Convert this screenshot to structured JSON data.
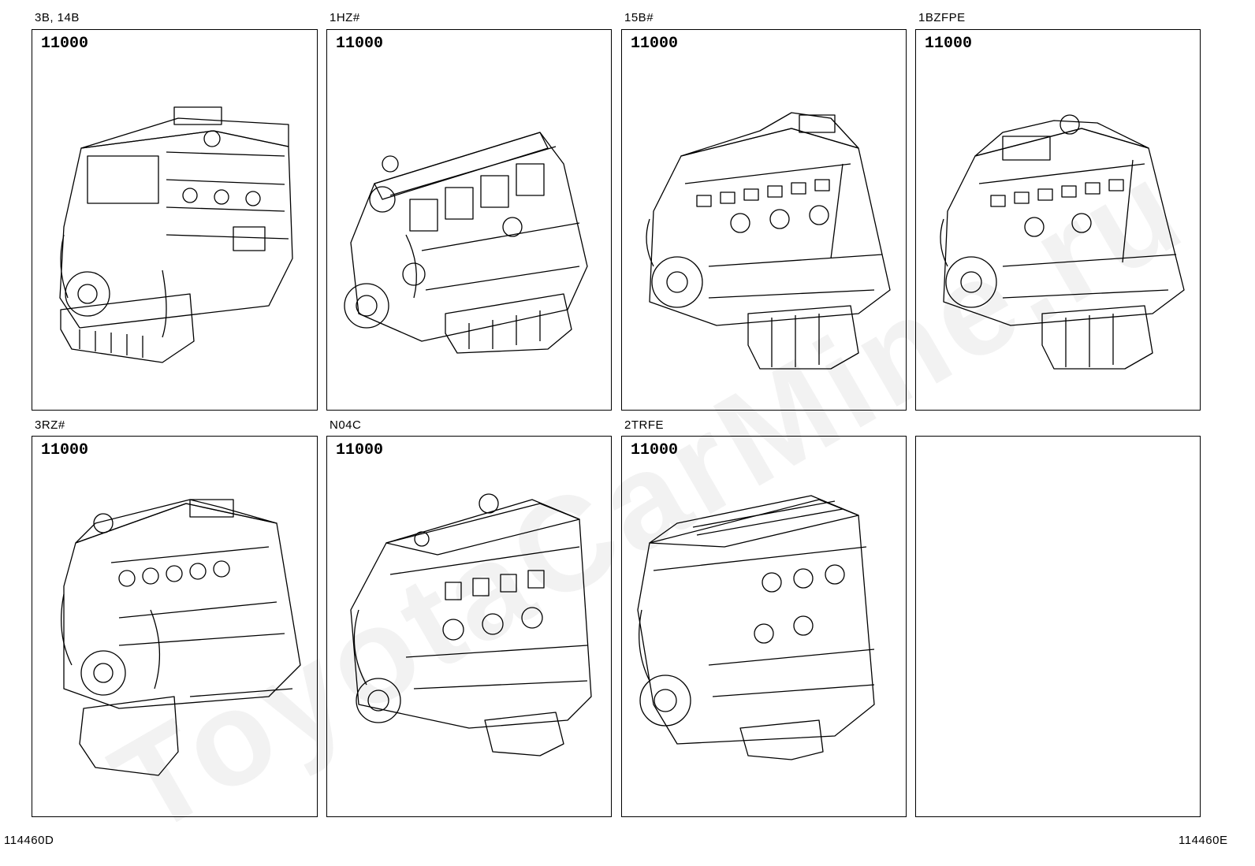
{
  "watermark": "ToyotaCarMine.ru",
  "panels": [
    {
      "engine": "3B, 14B",
      "part_number": "11000",
      "icon": "engine-block-icon"
    },
    {
      "engine": "1HZ#",
      "part_number": "11000",
      "icon": "engine-block-icon"
    },
    {
      "engine": "15B#",
      "part_number": "11000",
      "icon": "engine-block-icon"
    },
    {
      "engine": "1BZFPE",
      "part_number": "11000",
      "icon": "engine-block-icon"
    },
    {
      "engine": "3RZ#",
      "part_number": "11000",
      "icon": "engine-block-icon"
    },
    {
      "engine": "N04C",
      "part_number": "11000",
      "icon": "engine-block-icon"
    },
    {
      "engine": "2TRFE",
      "part_number": "11000",
      "icon": "engine-block-icon"
    },
    {
      "engine": "",
      "part_number": "",
      "icon": ""
    }
  ],
  "footer": {
    "left_code": "114460D",
    "right_code": "114460E"
  }
}
